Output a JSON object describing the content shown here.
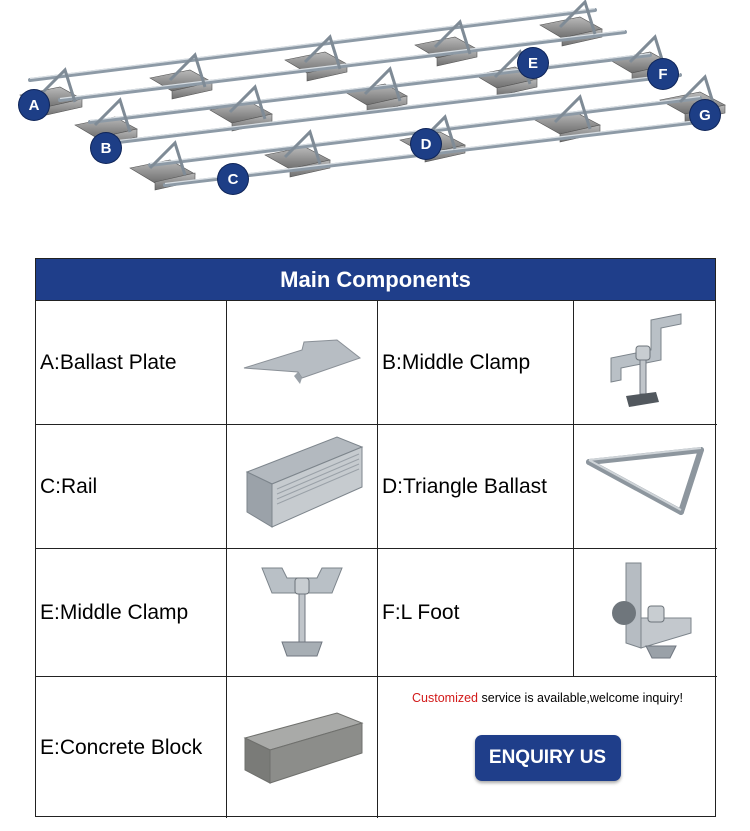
{
  "diagram": {
    "markers": [
      "A",
      "B",
      "C",
      "D",
      "E",
      "F",
      "G"
    ]
  },
  "table": {
    "title": "Main Components",
    "components": [
      {
        "label": "A:Ballast Plate",
        "image": "ballast-plate"
      },
      {
        "label": "B:Middle Clamp",
        "image": "middle-clamp-b"
      },
      {
        "label": "C:Rail",
        "image": "rail"
      },
      {
        "label": "D:Triangle Ballast",
        "image": "triangle-ballast"
      },
      {
        "label": "E:Middle Clamp",
        "image": "middle-clamp-e"
      },
      {
        "label": "F:L Foot",
        "image": "l-foot"
      },
      {
        "label": "E:Concrete Block",
        "image": "concrete-block"
      }
    ],
    "cta": {
      "accent": "Customized",
      "text": " service is available,welcome inquiry!",
      "button": "ENQUIRY US"
    }
  },
  "colors": {
    "brand_blue": "#1f3e8a",
    "accent_red": "#d21a1a"
  }
}
